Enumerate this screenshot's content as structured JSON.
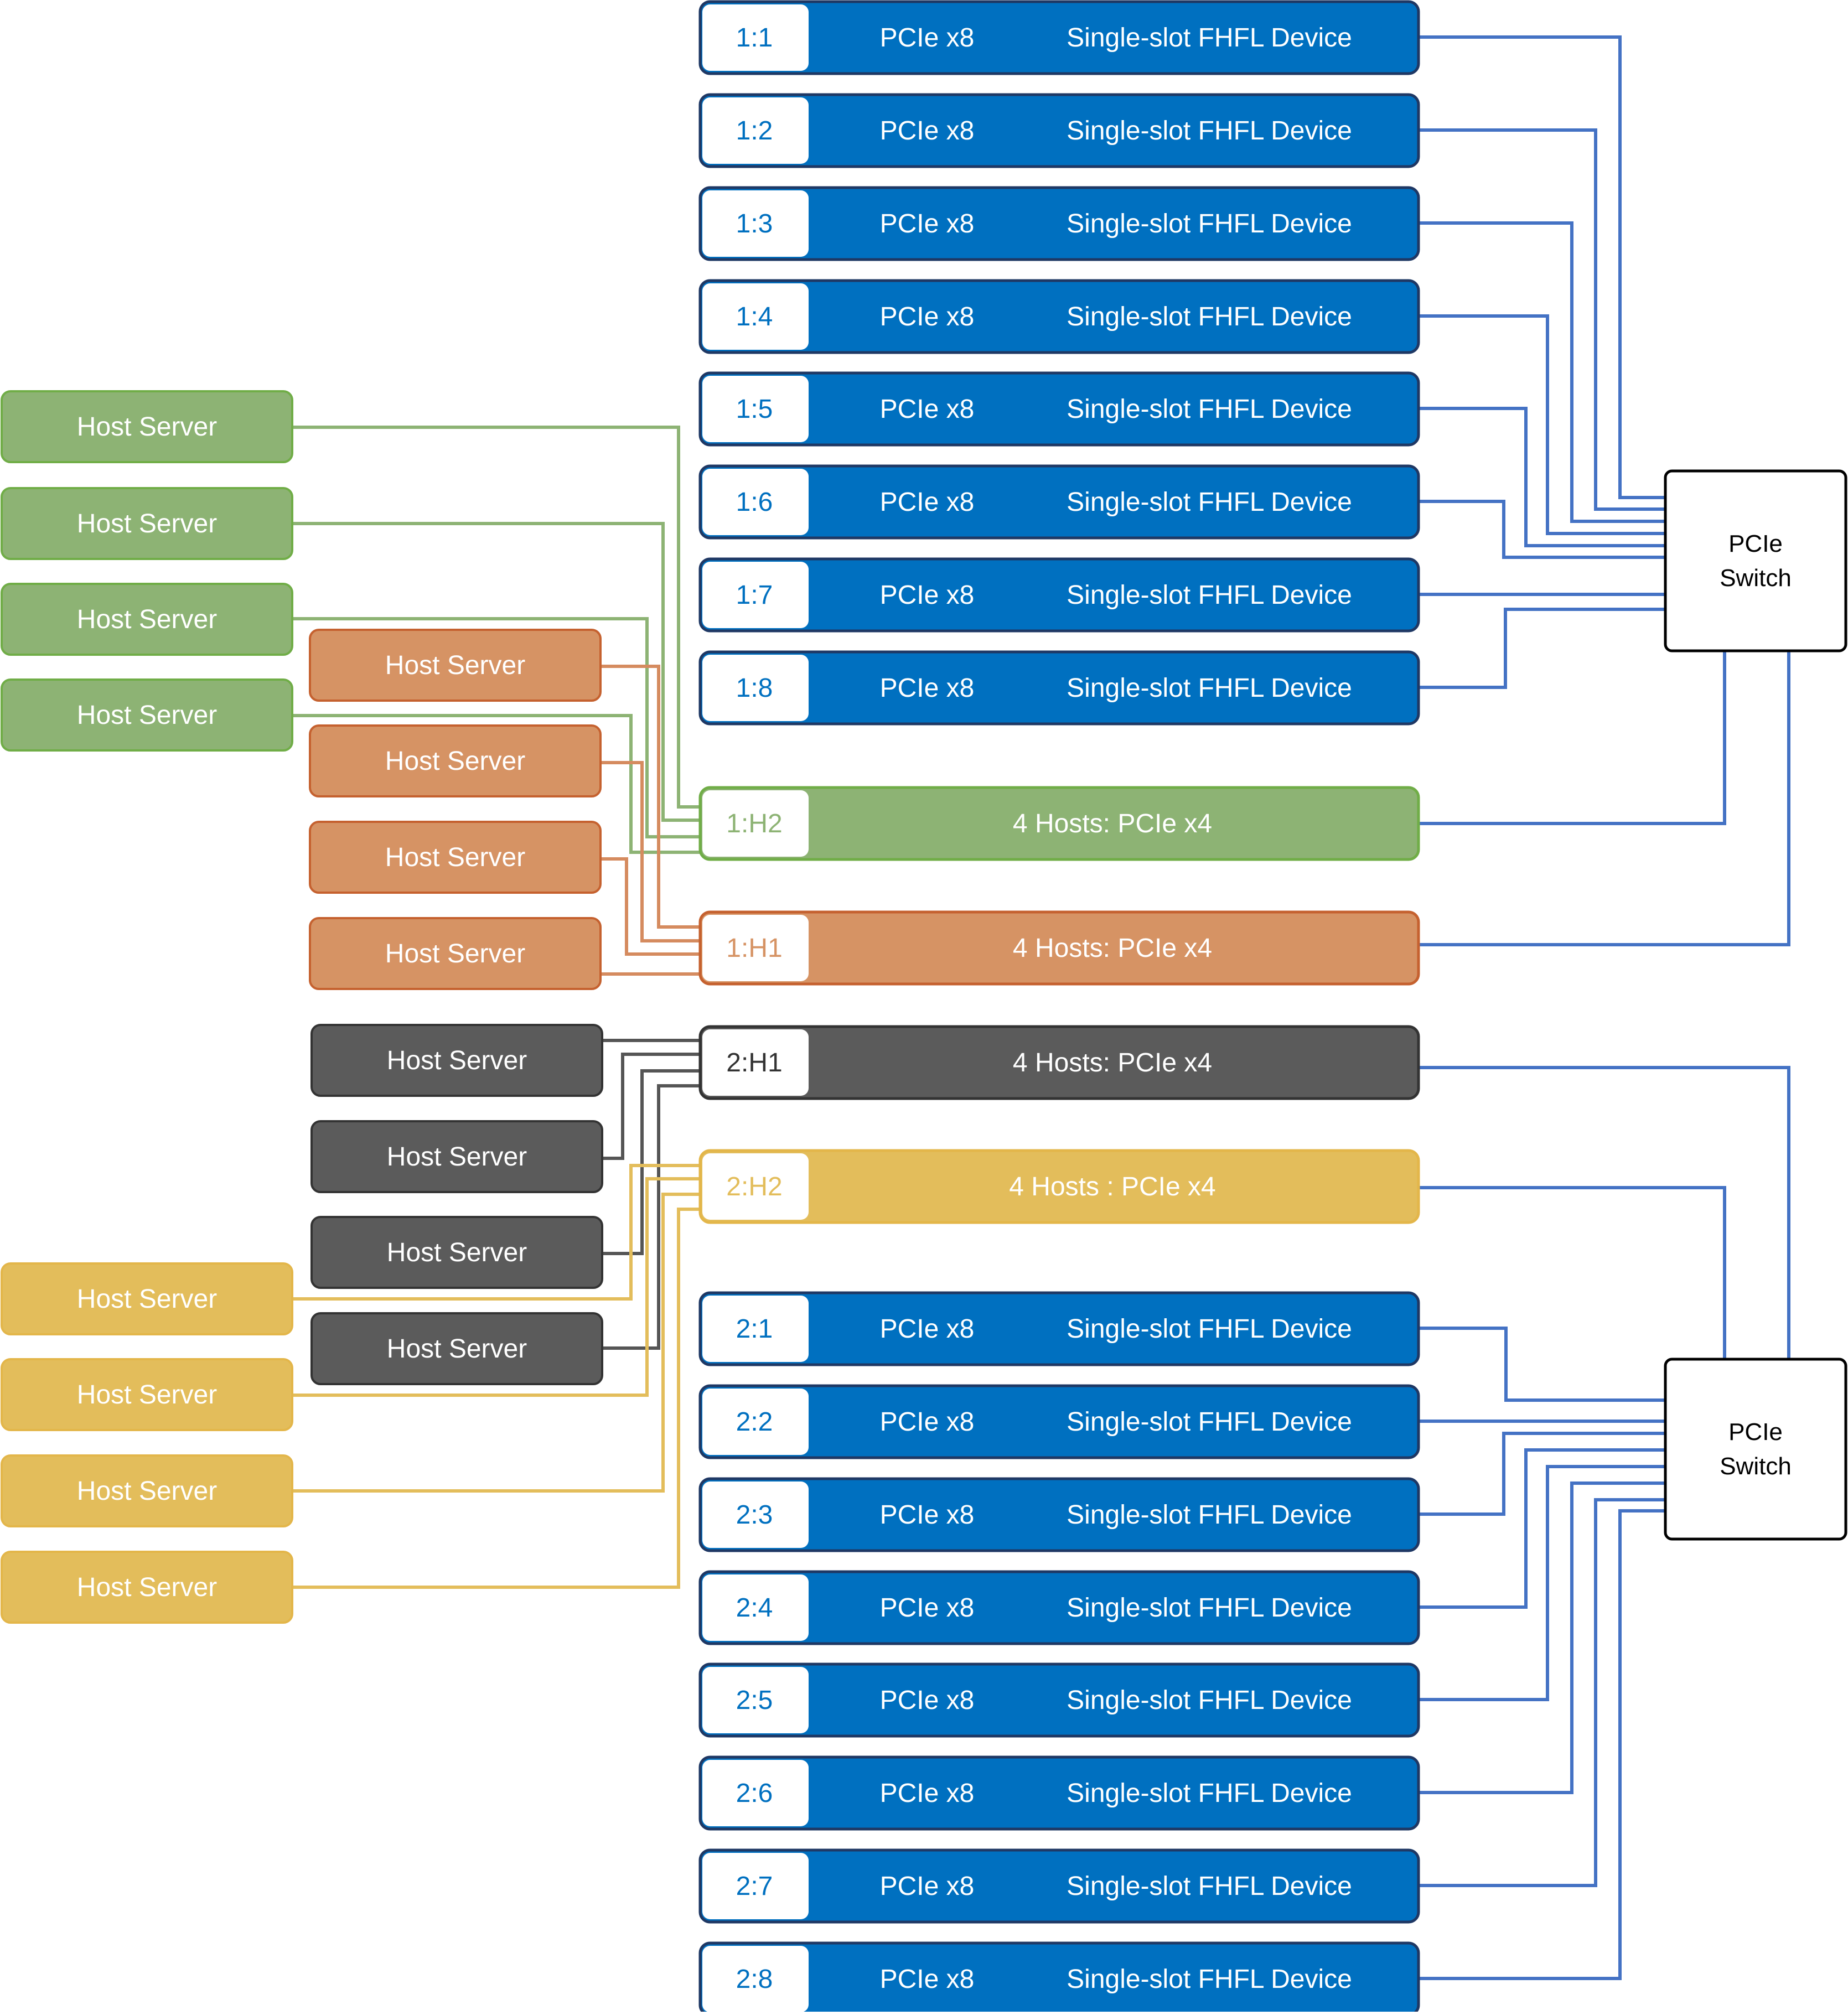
{
  "colors": {
    "device_blue": "#0070c0",
    "device_border": "#1f3864",
    "connector_blue": "#4472c4",
    "green": "#8db374",
    "green_border": "#70ad47",
    "green_line": "#8db374",
    "orange": "#d69364",
    "orange_border": "#c5612f",
    "orange_line": "#d58b5f",
    "gray": "#5b5b5b",
    "gray_border": "#333333",
    "gray_line": "#555555",
    "yellow": "#e3bd5b",
    "yellow_border": "#e3b64a",
    "yellow_line": "#e3bd5b"
  },
  "switches": [
    {
      "line1": "PCIe",
      "line2": "Switch"
    },
    {
      "line1": "PCIe",
      "line2": "Switch"
    }
  ],
  "group1_devices": [
    {
      "id": "1:1",
      "link": "PCIe x8",
      "desc": "Single-slot FHFL Device"
    },
    {
      "id": "1:2",
      "link": "PCIe x8",
      "desc": "Single-slot FHFL Device"
    },
    {
      "id": "1:3",
      "link": "PCIe x8",
      "desc": "Single-slot FHFL Device"
    },
    {
      "id": "1:4",
      "link": "PCIe x8",
      "desc": "Single-slot FHFL Device"
    },
    {
      "id": "1:5",
      "link": "PCIe x8",
      "desc": "Single-slot FHFL Device"
    },
    {
      "id": "1:6",
      "link": "PCIe x8",
      "desc": "Single-slot FHFL Device"
    },
    {
      "id": "1:7",
      "link": "PCIe x8",
      "desc": "Single-slot FHFL Device"
    },
    {
      "id": "1:8",
      "link": "PCIe x8",
      "desc": "Single-slot FHFL Device"
    }
  ],
  "group2_devices": [
    {
      "id": "2:1",
      "link": "PCIe x8",
      "desc": "Single-slot FHFL Device"
    },
    {
      "id": "2:2",
      "link": "PCIe x8",
      "desc": "Single-slot FHFL Device"
    },
    {
      "id": "2:3",
      "link": "PCIe x8",
      "desc": "Single-slot FHFL Device"
    },
    {
      "id": "2:4",
      "link": "PCIe x8",
      "desc": "Single-slot FHFL Device"
    },
    {
      "id": "2:5",
      "link": "PCIe x8",
      "desc": "Single-slot FHFL Device"
    },
    {
      "id": "2:6",
      "link": "PCIe x8",
      "desc": "Single-slot FHFL Device"
    },
    {
      "id": "2:7",
      "link": "PCIe x8",
      "desc": "Single-slot FHFL Device"
    },
    {
      "id": "2:8",
      "link": "PCIe x8",
      "desc": "Single-slot FHFL Device"
    }
  ],
  "host_slots": [
    {
      "id": "1:H2",
      "label": "4 Hosts: PCIe x4",
      "color": "green"
    },
    {
      "id": "1:H1",
      "label": "4 Hosts: PCIe x4",
      "color": "orange"
    },
    {
      "id": "2:H1",
      "label": "4 Hosts: PCIe x4",
      "color": "gray"
    },
    {
      "id": "2:H2",
      "label": "4 Hosts : PCIe x4",
      "color": "yellow"
    }
  ],
  "hosts": {
    "green": [
      "Host Server",
      "Host Server",
      "Host Server",
      "Host Server"
    ],
    "orange": [
      "Host Server",
      "Host Server",
      "Host Server",
      "Host Server"
    ],
    "gray": [
      "Host Server",
      "Host Server",
      "Host Server",
      "Host Server"
    ],
    "yellow": [
      "Host Server",
      "Host Server",
      "Host Server",
      "Host Server"
    ]
  }
}
